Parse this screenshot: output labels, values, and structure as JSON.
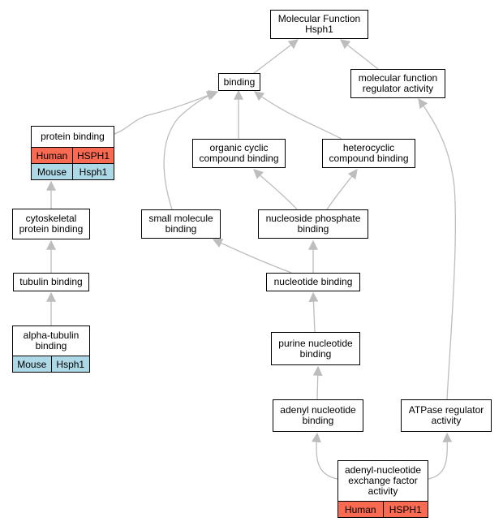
{
  "colors": {
    "human": "#f86a51",
    "mouse": "#add8e6",
    "edge": "#bdbdbd"
  },
  "nodes": {
    "mf_root": {
      "lines": [
        "Molecular Function",
        "Hsph1"
      ]
    },
    "binding": {
      "lines": [
        "binding"
      ]
    },
    "mf_reg": {
      "lines": [
        "molecular function",
        "regulator activity"
      ]
    },
    "protein": {
      "lines": [
        "protein binding"
      ],
      "orthologs": [
        [
          "Human",
          "HSPH1"
        ],
        [
          "Mouse",
          "Hsph1"
        ]
      ]
    },
    "organic": {
      "lines": [
        "organic cyclic",
        "compound binding"
      ]
    },
    "hetero": {
      "lines": [
        "heterocyclic",
        "compound binding"
      ]
    },
    "cyto": {
      "lines": [
        "cytoskeletal",
        "protein binding"
      ]
    },
    "small": {
      "lines": [
        "small molecule",
        "binding"
      ]
    },
    "nucphos": {
      "lines": [
        "nucleoside phosphate",
        "binding"
      ]
    },
    "tubulin": {
      "lines": [
        "tubulin binding"
      ]
    },
    "nucleotide": {
      "lines": [
        "nucleotide binding"
      ]
    },
    "alpha": {
      "lines": [
        "alpha-tubulin",
        "binding"
      ],
      "orthologs": [
        [
          "Mouse",
          "Hsph1"
        ]
      ]
    },
    "purine": {
      "lines": [
        "purine nucleotide",
        "binding"
      ]
    },
    "adenyl": {
      "lines": [
        "adenyl nucleotide",
        "binding"
      ]
    },
    "atpase": {
      "lines": [
        "ATPase regulator",
        "activity"
      ]
    },
    "exchange": {
      "lines": [
        "adenyl-nucleotide",
        "exchange factor",
        "activity"
      ],
      "orthologs": [
        [
          "Human",
          "HSPH1"
        ]
      ]
    }
  }
}
